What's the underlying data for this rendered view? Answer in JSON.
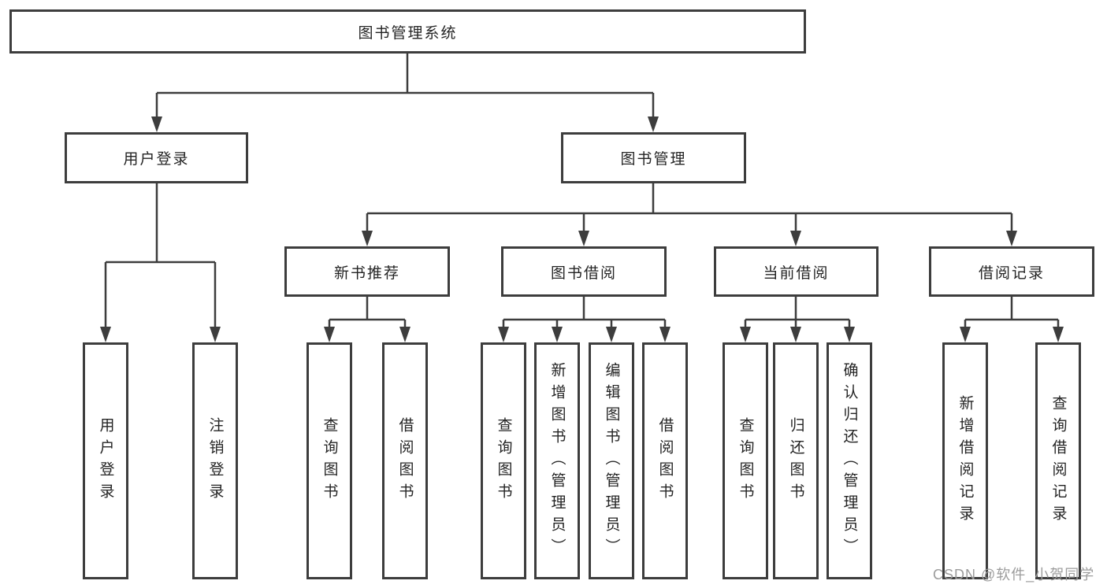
{
  "diagram": {
    "title": "图书管理系统",
    "colors": {
      "line": "#3d3d3d",
      "box_border": "#3d3d3d",
      "text": "#242424",
      "background": "#ffffff",
      "watermark": "#9c9c9c"
    },
    "root": {
      "label": "图书管理系统"
    },
    "level2": [
      {
        "label": "用户登录"
      },
      {
        "label": "图书管理"
      }
    ],
    "level3": [
      {
        "label": "新书推荐"
      },
      {
        "label": "图书借阅"
      },
      {
        "label": "当前借阅"
      },
      {
        "label": "借阅记录"
      }
    ],
    "leaves": [
      {
        "label": "用户登录"
      },
      {
        "label": "注销登录"
      },
      {
        "label": "查询图书"
      },
      {
        "label": "借阅图书"
      },
      {
        "label": "查询图书"
      },
      {
        "label": "新增图书（管理员）"
      },
      {
        "label": "编辑图书（管理员）"
      },
      {
        "label": "借阅图书"
      },
      {
        "label": "查询图书"
      },
      {
        "label": "归还图书"
      },
      {
        "label": "确认归还（管理员）"
      },
      {
        "label": "新增借阅记录"
      },
      {
        "label": "查询借阅记录"
      }
    ]
  },
  "watermark": {
    "text": "CSDN @软件_小贺同学"
  }
}
